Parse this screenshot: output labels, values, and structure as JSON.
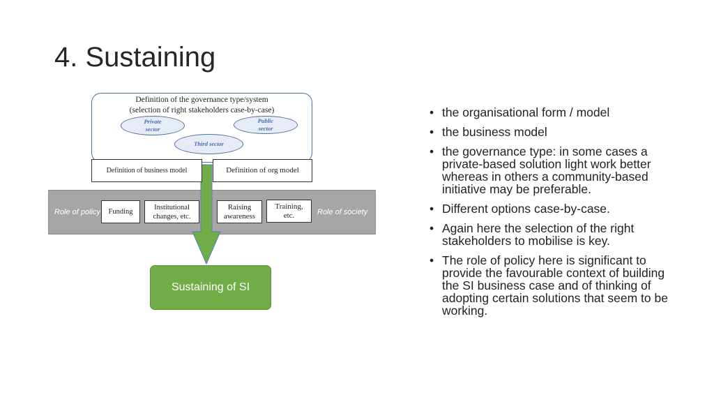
{
  "slide": {
    "title": "4. Sustaining"
  },
  "diagram": {
    "governance_text": [
      "Definition of the governance type/system",
      "(selection of right stakeholders case-by-case)"
    ],
    "ovals": {
      "private": [
        "Private",
        "sector"
      ],
      "public": [
        "Public",
        "sector"
      ],
      "third": "Third sector"
    },
    "business_model": "Definition of business model",
    "org_model": "Definition of org model",
    "role_policy": "Role of policy",
    "role_society": "Role of society",
    "funding": "Funding",
    "institutional": [
      "Institutional",
      "changes, etc."
    ],
    "raising": [
      "Raising",
      "awareness"
    ],
    "training": [
      "Training,",
      "etc."
    ],
    "result": "Sustaining of SI",
    "colors": {
      "arrow": "#70ad47",
      "band": "#a6a6a6",
      "outline": "#4f6fa3"
    }
  },
  "bullets": [
    "the organisational form / model",
    "the business model",
    "the governance type: in some cases a private-based solution light work better whereas in others a community-based initiative may be preferable.",
    "Different options case-by-case.",
    "Again here the selection of the right stakeholders to mobilise is key.",
    "The role of policy here is significant to provide the favourable context of building the SI business case and of thinking of adopting certain solutions that seem to be working."
  ]
}
